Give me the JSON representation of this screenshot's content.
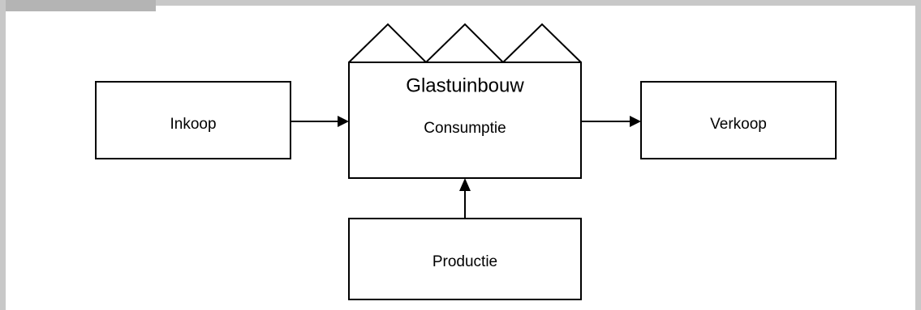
{
  "diagram": {
    "nodes": {
      "inkoop": "Inkoop",
      "glastuinbouw": "Glastuinbouw",
      "consumptie": "Consumptie",
      "verkoop": "Verkoop",
      "productie": "Productie"
    },
    "edges": [
      {
        "from": "inkoop",
        "to": "glastuinbouw"
      },
      {
        "from": "glastuinbouw",
        "to": "verkoop"
      },
      {
        "from": "productie",
        "to": "glastuinbouw"
      }
    ]
  }
}
